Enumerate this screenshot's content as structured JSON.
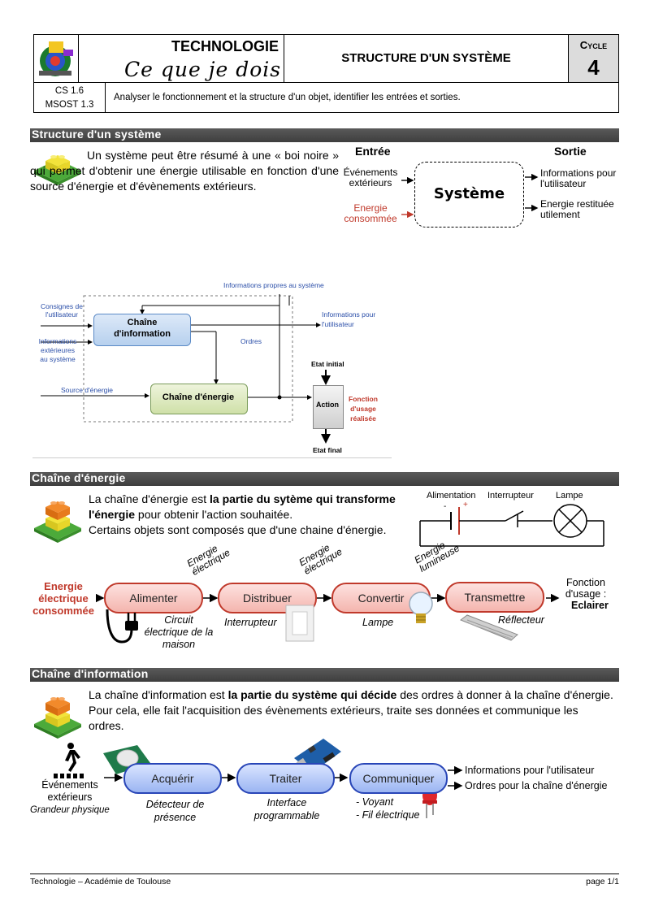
{
  "header": {
    "subject": "TECHNOLOGIE",
    "subtitle": "Ce que je dois",
    "title": "STRUCTURE D'UN SYSTÈME",
    "cycle_label": "Cycle",
    "cycle_number": "4",
    "code1": "CS 1.6",
    "code2": "MSOST 1.3",
    "objective": "Analyser le fonctionnement et la structure d'un objet, identifier les entrées et sorties."
  },
  "section1": {
    "title": "Structure d'un système",
    "paragraph": "Un système peut être résumé à une « boi noire » qui permet d'obtenir une énergie utilisable en fonction d'une source d'énergie et d'évènements extérieurs.",
    "box": {
      "entree": "Entrée",
      "sortie": "Sortie",
      "in1": "Événements extérieurs",
      "in2": "Energie consommée",
      "center": "Système",
      "out1": "Informations pour l'utilisateur",
      "out2": "Energie restituée utilement"
    }
  },
  "diagram": {
    "consignes": "Consignes de l'utilisateur",
    "infos_ext": "Informations extérieures au système",
    "source": "Source d'énergie",
    "chaine_info": "Chaîne d'information",
    "chaine_energie": "Chaîne d'énergie",
    "infos_propres": "Informations propres au système",
    "infos_user": "Informations pour l'utilisateur",
    "ordres": "Ordres",
    "etat_initial": "Etat initial",
    "action": "Action",
    "fonction_usage": "Fonction d'usage réalisée",
    "etat_final": "Etat final"
  },
  "section2": {
    "title": "Chaîne d'énergie",
    "p_part1": "La chaîne d'énergie est ",
    "p_bold": "la partie du sytème qui transforme l'énergie",
    "p_part2": " pour obtenir l'action souhaitée.",
    "p_line2": "Certains objets sont composés que d'une chaine d'énergie.",
    "circuit": {
      "alimentation": "Alimentation",
      "interrupteur": "Interrupteur",
      "lampe": "Lampe",
      "minus": "-",
      "plus": "+"
    },
    "input": "Energie électrique consommée",
    "blocks": [
      "Alimenter",
      "Distribuer",
      "Convertir",
      "Transmettre"
    ],
    "flows": [
      "Energie électrique",
      "Energie électrique",
      "Energie lumineuse"
    ],
    "examples": [
      "Circuit électrique de la maison",
      "Interrupteur",
      "Lampe",
      "Réflecteur"
    ],
    "output_label": "Fonction d'usage :",
    "output_value": "Eclairer"
  },
  "section3": {
    "title": "Chaîne d'information",
    "p_part1": "La chaîne d'information est ",
    "p_bold": "la partie du système qui décide",
    "p_part2": " des ordres à donner à la chaîne d'énergie.",
    "p_line2": "Pour cela, elle fait l'acquisition des évènements extérieurs, traite ses données et communique les ordres.",
    "input": "Événements extérieurs",
    "input_sub": "Grandeur physique",
    "blocks": [
      "Acquérir",
      "Traiter",
      "Communiquer"
    ],
    "examples": [
      "Détecteur de présence",
      "Interface programmable"
    ],
    "example3": [
      "- Voyant",
      "- Fil électrique"
    ],
    "outputs": [
      "Informations pour l'utilisateur",
      "Ordres pour la chaîne d'énergie"
    ]
  },
  "footer": {
    "left": "Technologie – Académie de Toulouse",
    "right": "page 1/1"
  }
}
